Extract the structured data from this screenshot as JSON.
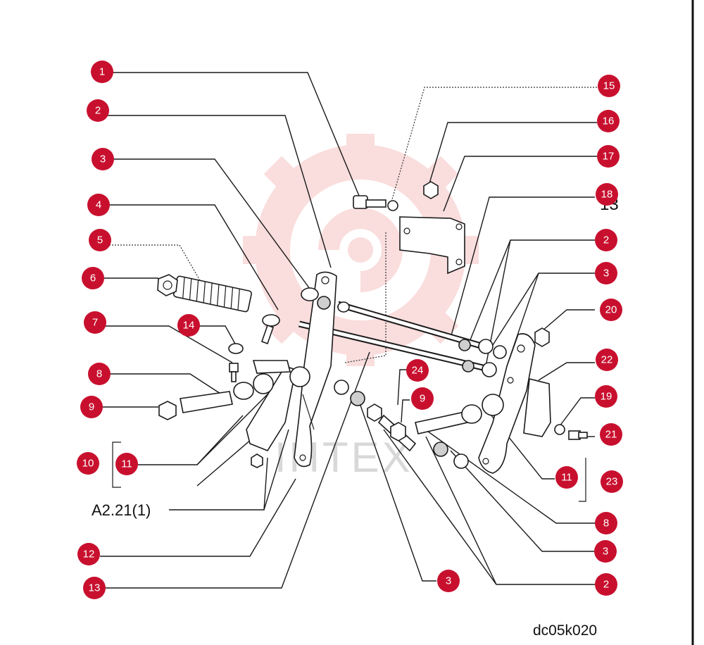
{
  "diagram_code": "dc05k020",
  "reference_label": "A2.21(1)",
  "watermark_text": "IHTEX",
  "colors": {
    "callout": "#c8102e",
    "callout_text": "#ffffff",
    "line": "#1a1a1a",
    "watermark": "#f3b7b7"
  },
  "callouts": [
    "1",
    "2",
    "3",
    "4",
    "5",
    "6",
    "7",
    "8",
    "9",
    "10",
    "11",
    "12",
    "13",
    "14",
    "15",
    "16",
    "17",
    "18",
    "2",
    "3",
    "20",
    "22",
    "19",
    "21",
    "24",
    "9",
    "11",
    "23",
    "8",
    "3",
    "3",
    "2"
  ],
  "ghost_labels": [
    "13"
  ]
}
